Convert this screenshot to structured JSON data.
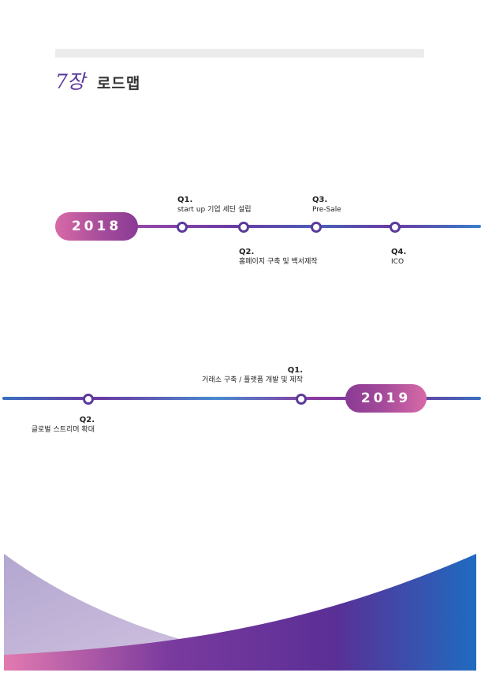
{
  "chapter": {
    "number": "7장",
    "title": "로드맵"
  },
  "timeline_2018": {
    "year": "2018",
    "milestones": [
      {
        "q": "Q1.",
        "text": "start up 기업 세딘 설립"
      },
      {
        "q": "Q2.",
        "text": "홈페이지 구축 및 백서제작"
      },
      {
        "q": "Q3.",
        "text": "Pre-Sale"
      },
      {
        "q": "Q4.",
        "text": "ICO"
      }
    ]
  },
  "timeline_2019": {
    "year": "2019",
    "milestones": [
      {
        "q": "Q1.",
        "text": "거래소 구축 / 플랫폼 개발 및 제작"
      },
      {
        "q": "Q2.",
        "text": "글로벌 스트리머 확대"
      }
    ]
  },
  "colors": {
    "purple": "#5a3a9a",
    "pink": "#d86aa6",
    "blue": "#2a6fc0",
    "lavender": "#b9aed6"
  }
}
